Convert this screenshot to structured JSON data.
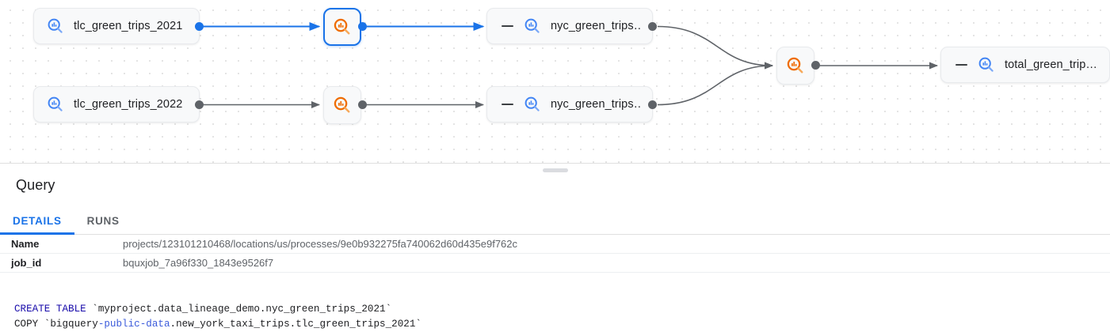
{
  "graph": {
    "nodes": [
      {
        "id": "tlc-2021",
        "label": "tlc_green_trips_2021",
        "icon": "bigquery-table-icon",
        "type": "table",
        "selected": false
      },
      {
        "id": "tlc-2022",
        "label": "tlc_green_trips_2022",
        "icon": "bigquery-table-icon",
        "type": "table",
        "selected": false
      },
      {
        "id": "proc-1",
        "label": "",
        "icon": "bigquery-process-icon",
        "type": "process",
        "selected": true
      },
      {
        "id": "proc-2",
        "label": "",
        "icon": "bigquery-process-icon",
        "type": "process",
        "selected": false
      },
      {
        "id": "nyc-1",
        "label": "nyc_green_trips…",
        "icon": "bigquery-table-icon",
        "type": "table",
        "selected": false
      },
      {
        "id": "nyc-2",
        "label": "nyc_green_trips…",
        "icon": "bigquery-table-icon",
        "type": "table",
        "selected": false
      },
      {
        "id": "proc-3",
        "label": "",
        "icon": "bigquery-process-icon",
        "type": "process",
        "selected": false
      },
      {
        "id": "total",
        "label": "total_green_trip…",
        "icon": "bigquery-table-icon",
        "type": "table",
        "selected": false
      }
    ],
    "colors": {
      "edge_default": "#5f6368",
      "edge_highlight": "#1a73e8",
      "table_icon": "#4285f4",
      "process_icon": "#ef6c00",
      "selection": "#1a73e8"
    }
  },
  "panel": {
    "title": "Query",
    "drag_handle": "resize-handle",
    "tabs": [
      {
        "label": "DETAILS",
        "active": true
      },
      {
        "label": "RUNS",
        "active": false
      }
    ],
    "details": [
      {
        "key": "Name",
        "value": "projects/123101210468/locations/us/processes/9e0b932275fa740062d60d435e9f762c"
      },
      {
        "key": "job_id",
        "value": "bquxjob_7a96f330_1843e9526f7"
      }
    ],
    "sql": {
      "line1_kw": "CREATE TABLE",
      "line1_rest": " `myproject.data_lineage_demo.nyc_green_trips_2021`",
      "line2_pre": "COPY `bigquery",
      "line2_kw": "-public-data",
      "line2_rest": ".new_york_taxi_trips.tlc_green_trips_2021`"
    }
  }
}
